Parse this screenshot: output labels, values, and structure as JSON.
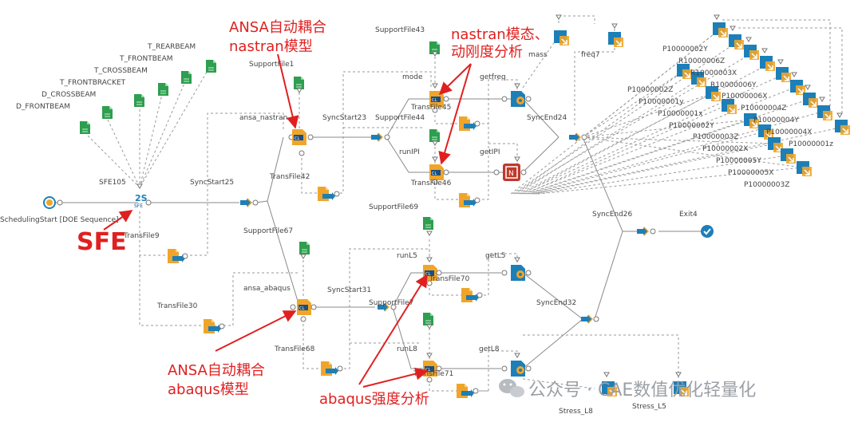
{
  "labels": {
    "start": "SchedulingStart [DOE Sequence]",
    "sfe105": "SFE105",
    "transfile9": "TransFile9",
    "transfile30": "TransFile30",
    "syncstart25": "SyncStart25",
    "supportfile67": "SupportFile67",
    "supportfile1": "SupportFile1",
    "ansa_nastran": "ansa_nastran",
    "transfile42": "TransFile42",
    "syncstart23": "SyncStart23",
    "supportfile43": "SupportFile43",
    "supportfile44": "SupportFile44",
    "mode": "mode",
    "runipi": "runIPI",
    "transfile45": "TransFile45",
    "transfile46": "TransFile46",
    "getfreq": "getfreq",
    "getipi": "getIPI",
    "mass": "mass",
    "freq7": "freq7",
    "syncend24": "SyncEnd24",
    "supportfile69": "SupportFile69",
    "ansa_abaqus": "ansa_abaqus",
    "transfile68": "TransFile68",
    "syncstart31": "SyncStart31",
    "supportfile7x": "SupportFile7",
    "runl5": "runL5",
    "runl8": "runL8",
    "transfile70": "TransFile70",
    "transfile71": "TransFile71",
    "getl5": "getL5",
    "getl8": "getL8",
    "syncend32": "SyncEnd32",
    "syncend26": "SyncEnd26",
    "exit4": "Exit4",
    "stress_l8": "Stress_L8",
    "stress_l5": "Stress_L5",
    "t_rearbeam": "T_REARBEAM",
    "t_frontbeam": "T_FRONTBEAM",
    "t_crossbeam": "T_CROSSBEAM",
    "t_frontbracket": "T_FRONTBRACKET",
    "d_crossbeam": "D_CROSSBEAM",
    "d_frontbeam": "D_FRONTBEAM",
    "p1": "P10000002Y",
    "p2": "R10000006Z",
    "p3": "R10000003X",
    "p4": "P10000002Z",
    "p5": "R10000006Y",
    "p6": "P10000001y",
    "p7": "P10000006X",
    "p8": "P10000001x",
    "p9": "P10000004Z",
    "p10": "P10000002Y",
    "p11": "P10000004Y",
    "p12": "P10000003Z",
    "p13": "P10000004X",
    "p14": "P10000002X",
    "p15": "P10000001z",
    "p16": "P10000005Y",
    "p17": "P10000005X",
    "p18": "P10000003Z"
  },
  "annotations": {
    "sfe": "SFE",
    "ansa_nastran_1": "ANSA自动耦合",
    "ansa_nastran_2": "nastran模型",
    "nastran_modal_1": "nastran模态、",
    "nastran_modal_2": "动刚度分析",
    "ansa_abaqus_1": "ANSA自动耦合",
    "ansa_abaqus_2": "abaqus模型",
    "abaqus_strength": "abaqus强度分析"
  },
  "watermark": "公众号 · CAE数值优化轻量化",
  "colors": {
    "green": "#2e9e4f",
    "orange": "#f0a52a",
    "blue": "#1d7fb8",
    "navy": "#1a4f80",
    "red_node": "#c0392b",
    "annotation": "#e02020"
  }
}
